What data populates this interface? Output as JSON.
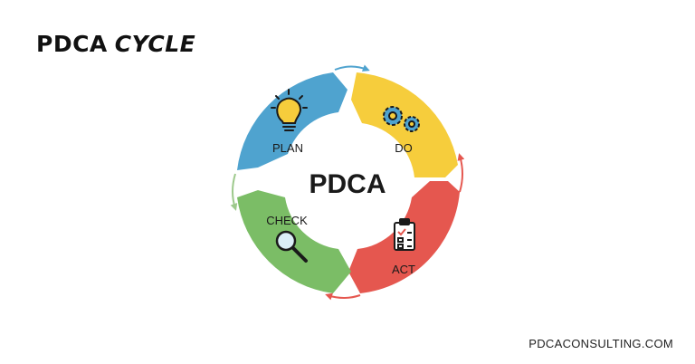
{
  "header": {
    "title_main": "PDCA",
    "title_accent": "CYCLE"
  },
  "diagram": {
    "center_label": "PDCA",
    "segments": [
      {
        "label": "PLAN",
        "icon": "lightbulb-icon",
        "color": "#4fa3cf"
      },
      {
        "label": "DO",
        "icon": "gears-icon",
        "color": "#f6cd3c"
      },
      {
        "label": "ACT",
        "icon": "clipboard-checklist-icon",
        "color": "#e5574f"
      },
      {
        "label": "CHECK",
        "icon": "magnifier-icon",
        "color": "#7bbd66"
      }
    ],
    "arrow_colors": [
      "#4fa3cf",
      "#e5574f",
      "#e5574f",
      "#9dc98c"
    ]
  },
  "footer": {
    "site": "PDCACONSULTING.COM"
  }
}
